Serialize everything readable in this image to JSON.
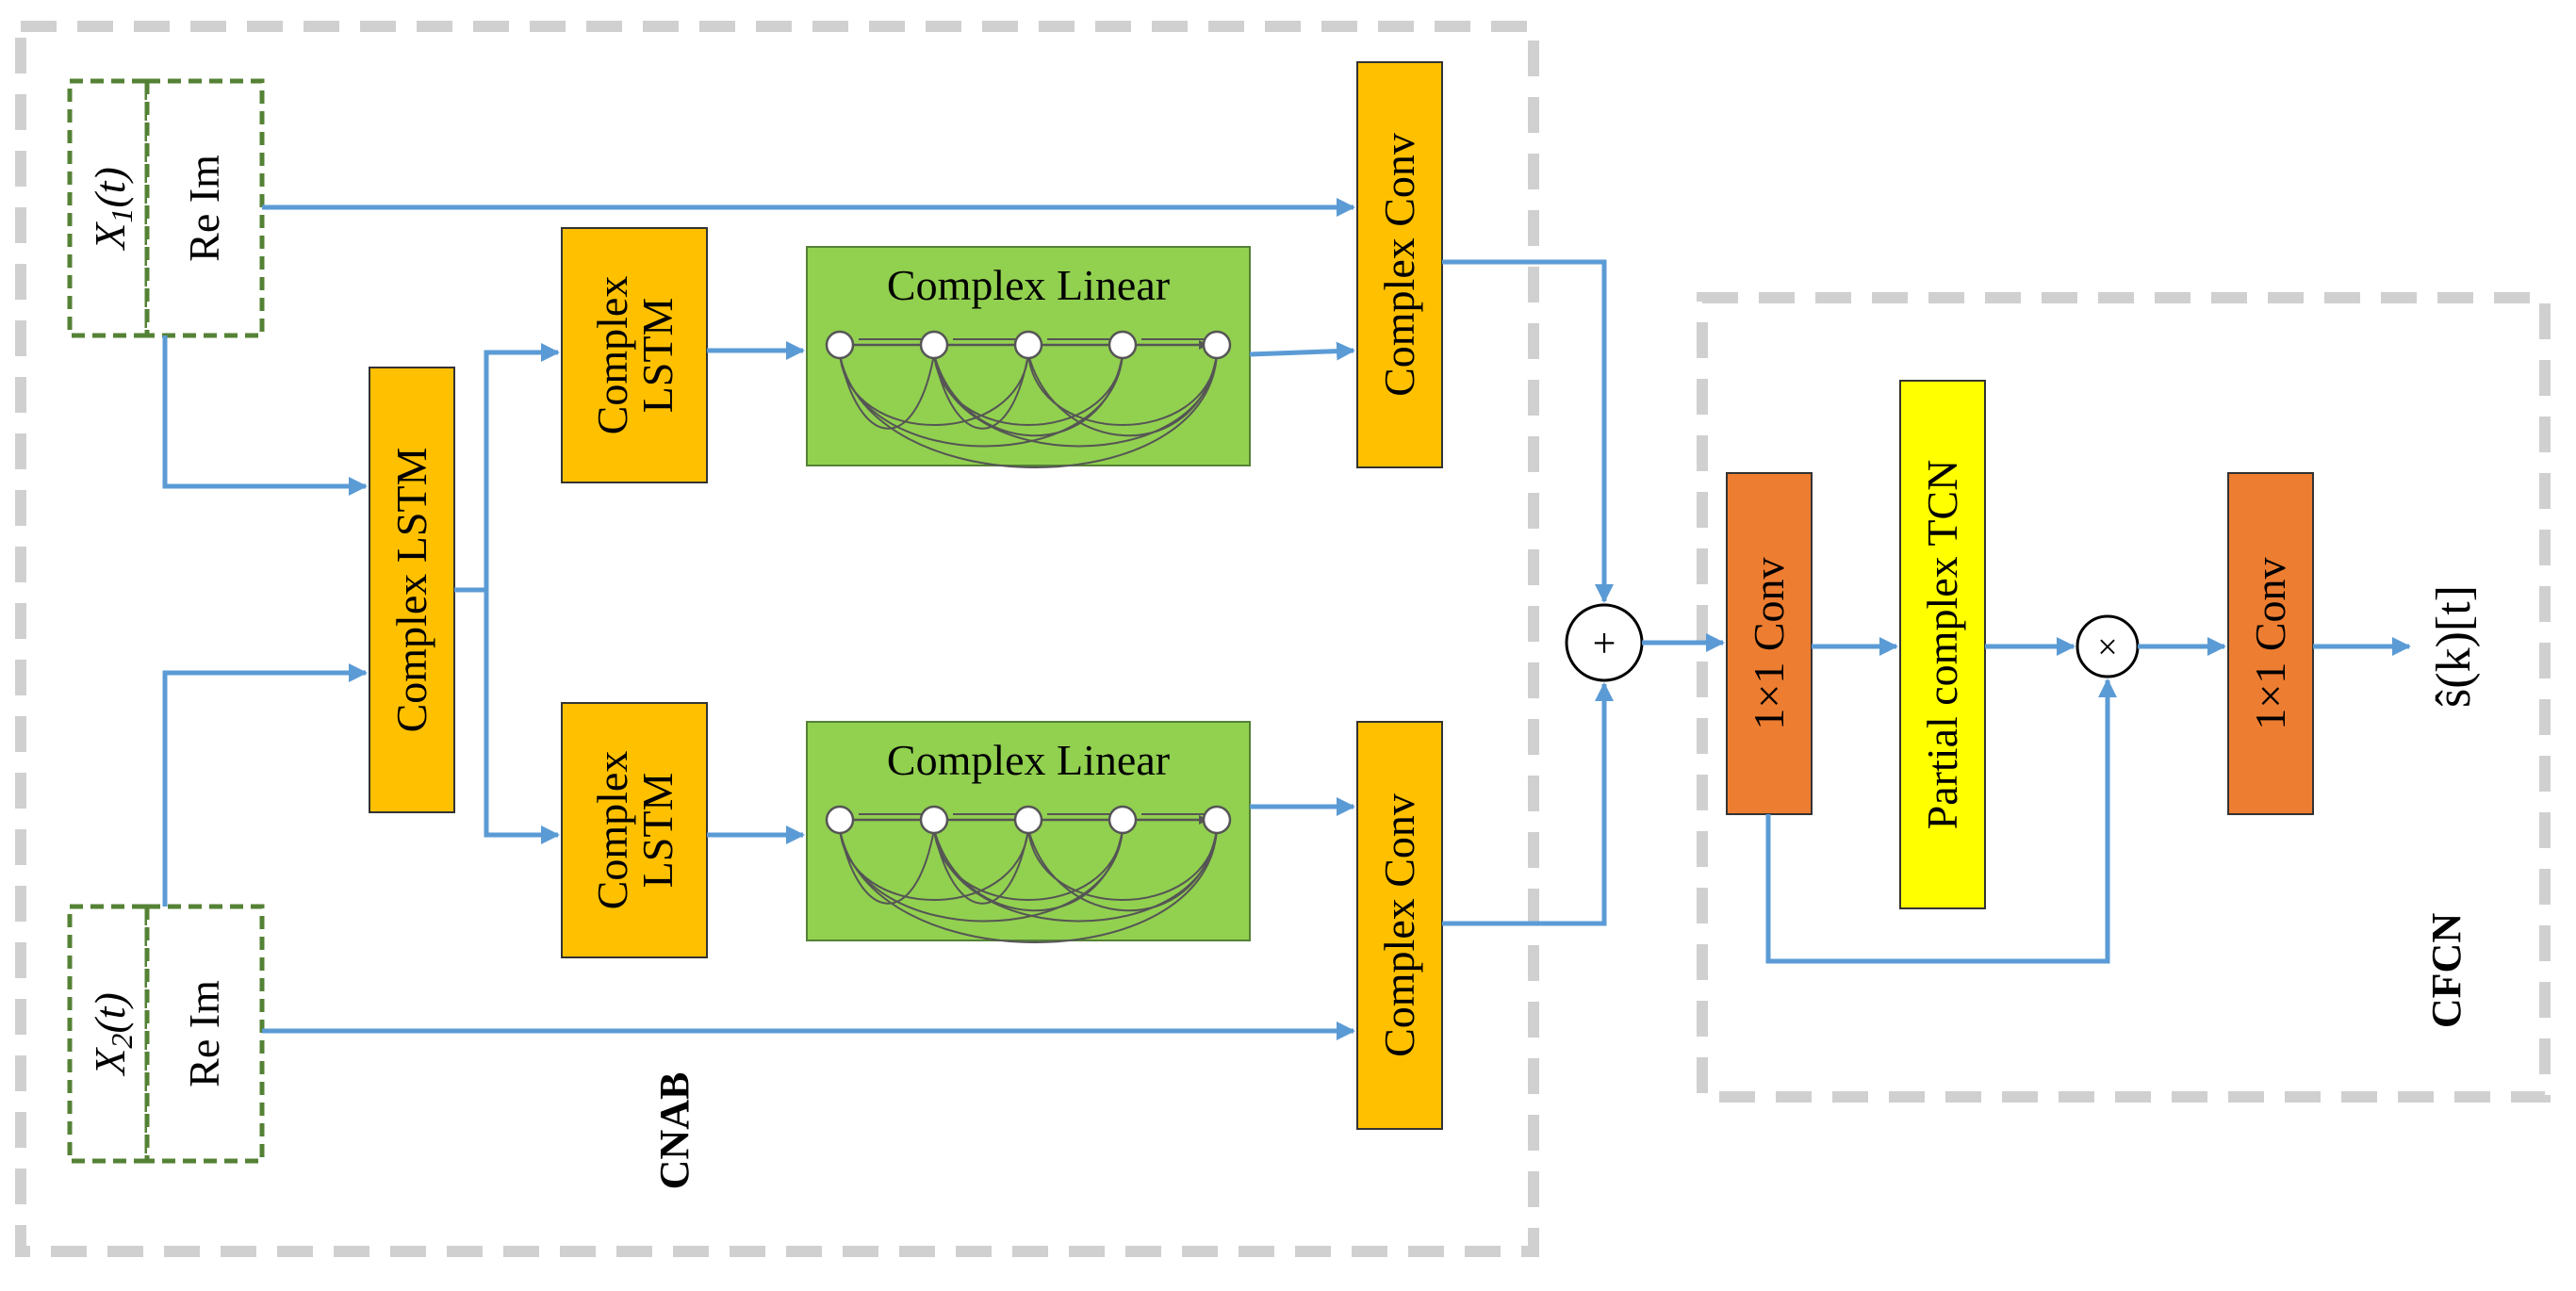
{
  "cnab": {
    "label": "CNAB",
    "input1": {
      "var": "X",
      "sub": "1",
      "arg": "(t)",
      "reim": "Re Im"
    },
    "input2": {
      "var": "X",
      "sub": "2",
      "arg": "(t)",
      "reim": "Re Im"
    },
    "shared_lstm": "Complex LSTM",
    "lstm_top_line1": "Complex",
    "lstm_top_line2": "LSTM",
    "lstm_bot_line1": "Complex",
    "lstm_bot_line2": "LSTM",
    "linear_top": "Complex Linear",
    "linear_bot": "Complex Linear",
    "conv_top": "Complex Conv",
    "conv_bot": "Complex Conv"
  },
  "merge": {
    "add_symbol": "+",
    "mul_symbol": "×"
  },
  "cfcn": {
    "label": "CFCN",
    "conv_in": "1×1 Conv",
    "tcn": "Partial complex TCN",
    "conv_out": "1×1 Conv",
    "output": "ŝ(k)[t]"
  },
  "colors": {
    "arrow": "#5b9bd5",
    "orange_block": "#ffc000",
    "red_block": "#ed7d31",
    "yellow_block": "#ffff00",
    "green_block": "#92d050",
    "dashed_border": "#d0d0d0",
    "input_border": "#548235"
  }
}
